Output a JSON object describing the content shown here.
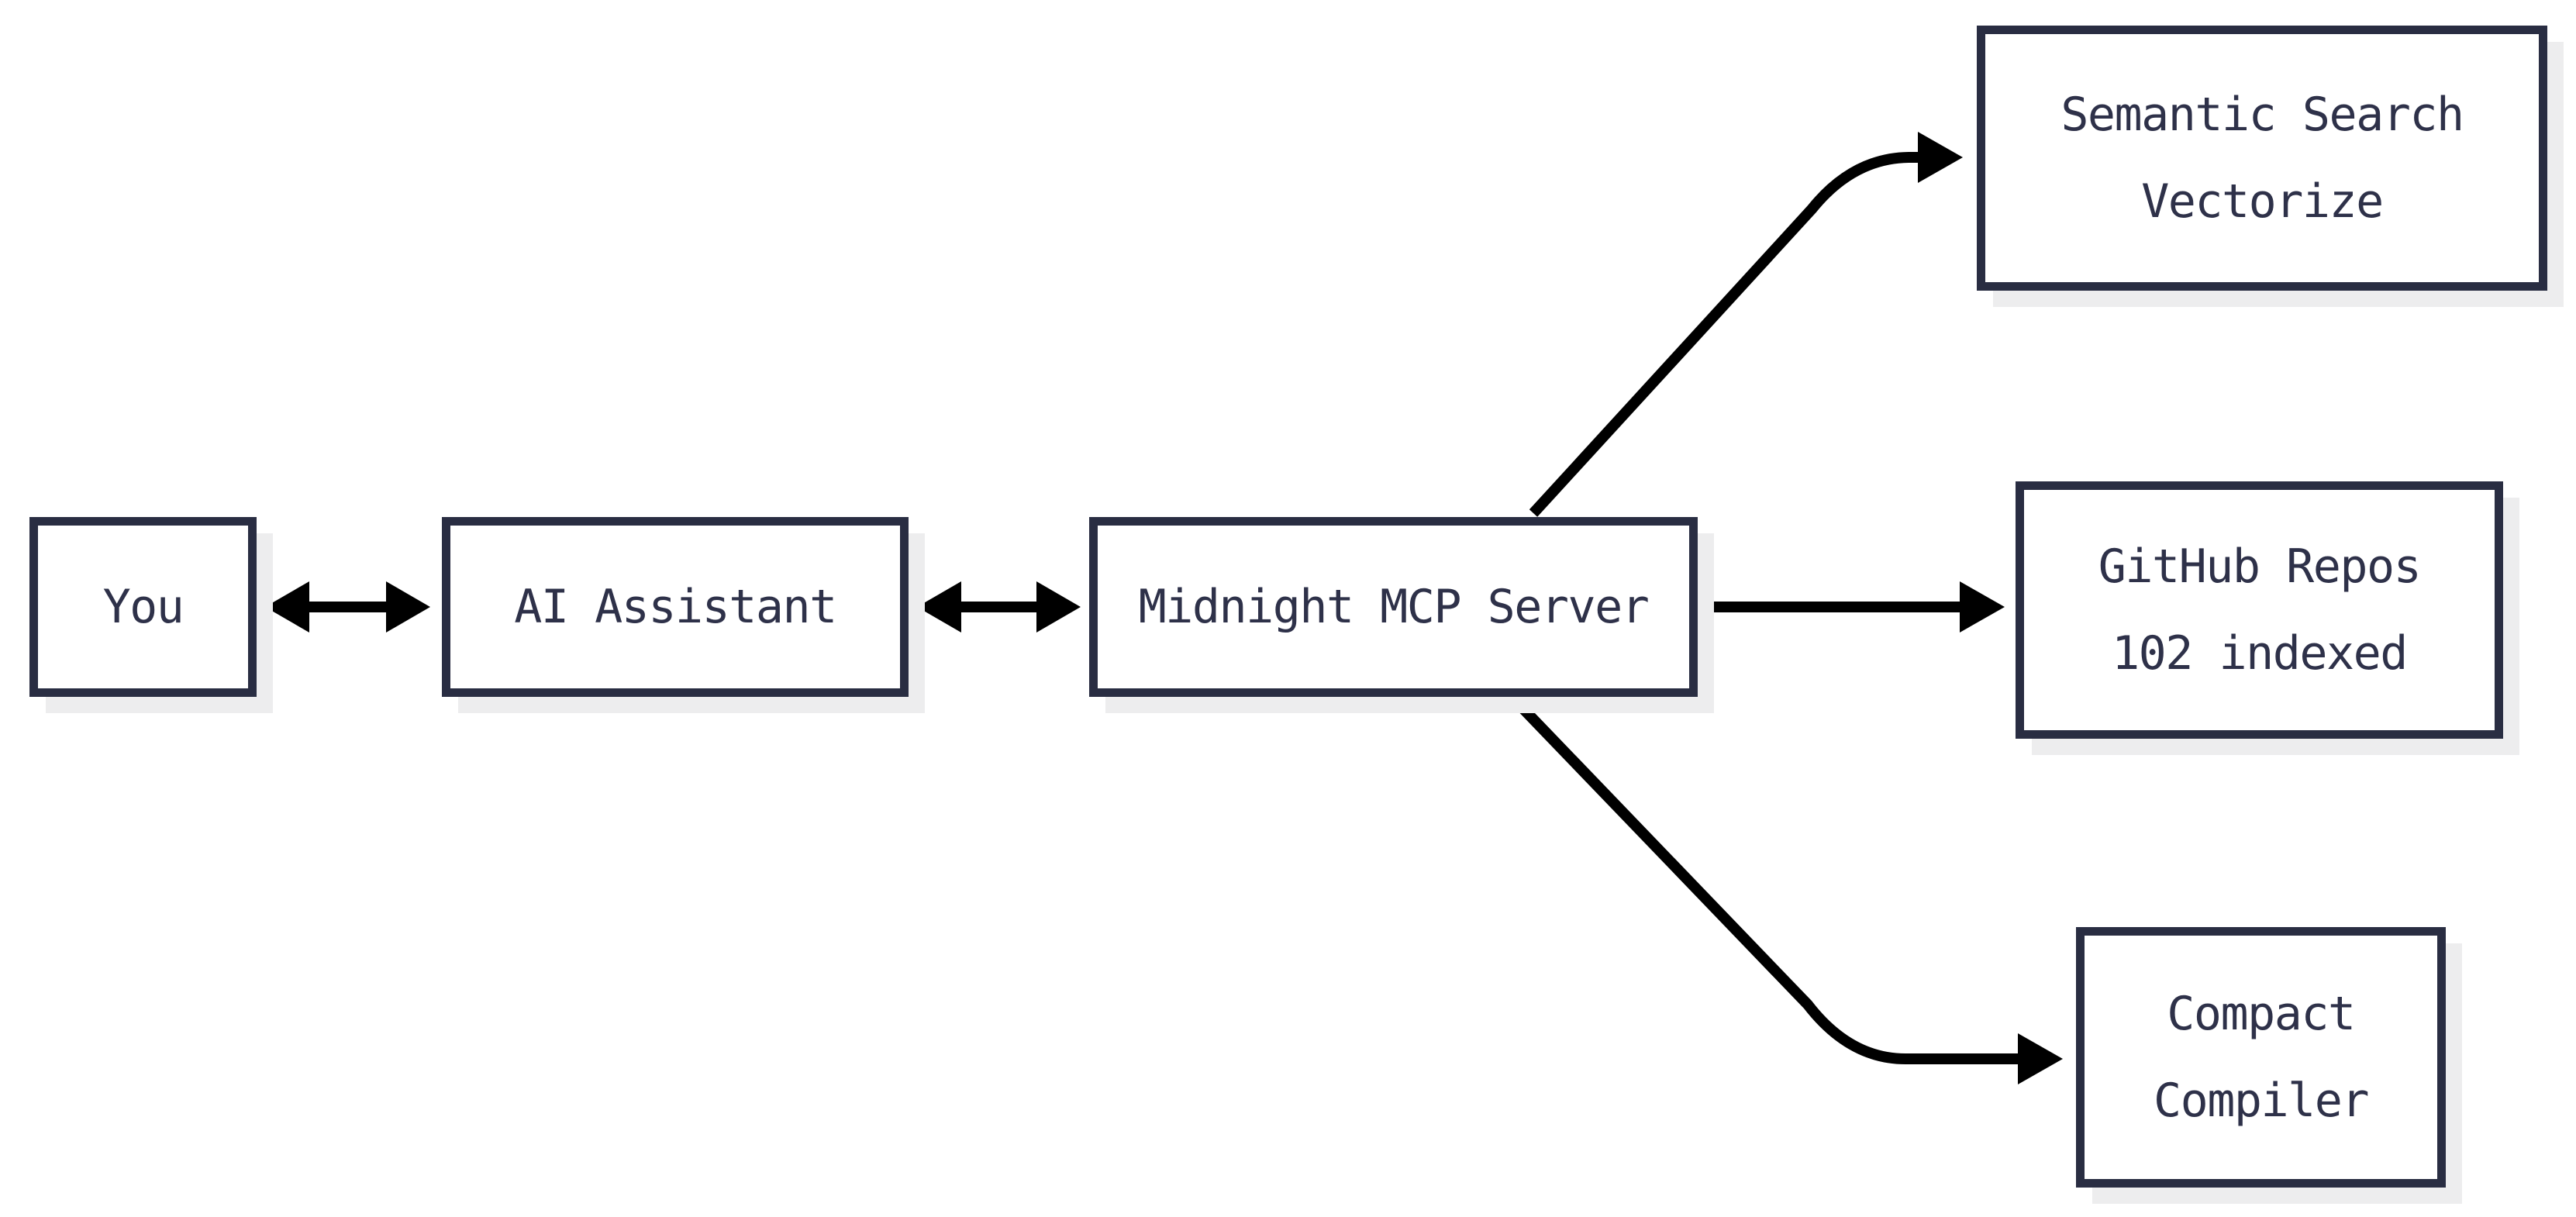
{
  "diagram": {
    "nodes": {
      "you": {
        "label": "You"
      },
      "assistant": {
        "label": "AI Assistant"
      },
      "server": {
        "label": "Midnight MCP Server"
      },
      "semantic_search": {
        "line1": "Semantic Search",
        "line2": "Vectorize"
      },
      "github_repos": {
        "line1": "GitHub Repos",
        "line2": "102 indexed"
      },
      "compact_compiler": {
        "line1": "Compact",
        "line2": "Compiler"
      }
    },
    "edges": [
      {
        "from": "you",
        "to": "assistant",
        "direction": "bidirectional"
      },
      {
        "from": "assistant",
        "to": "server",
        "direction": "bidirectional"
      },
      {
        "from": "server",
        "to": "semantic_search",
        "direction": "forward"
      },
      {
        "from": "server",
        "to": "github_repos",
        "direction": "forward"
      },
      {
        "from": "server",
        "to": "compact_compiler",
        "direction": "forward"
      }
    ],
    "colors": {
      "background": "#ffffff",
      "node_fill": "#ffffff",
      "node_border": "#292d42",
      "node_text": "#2e3149",
      "node_shadow": "#ededee",
      "arrow": "#000000"
    }
  }
}
